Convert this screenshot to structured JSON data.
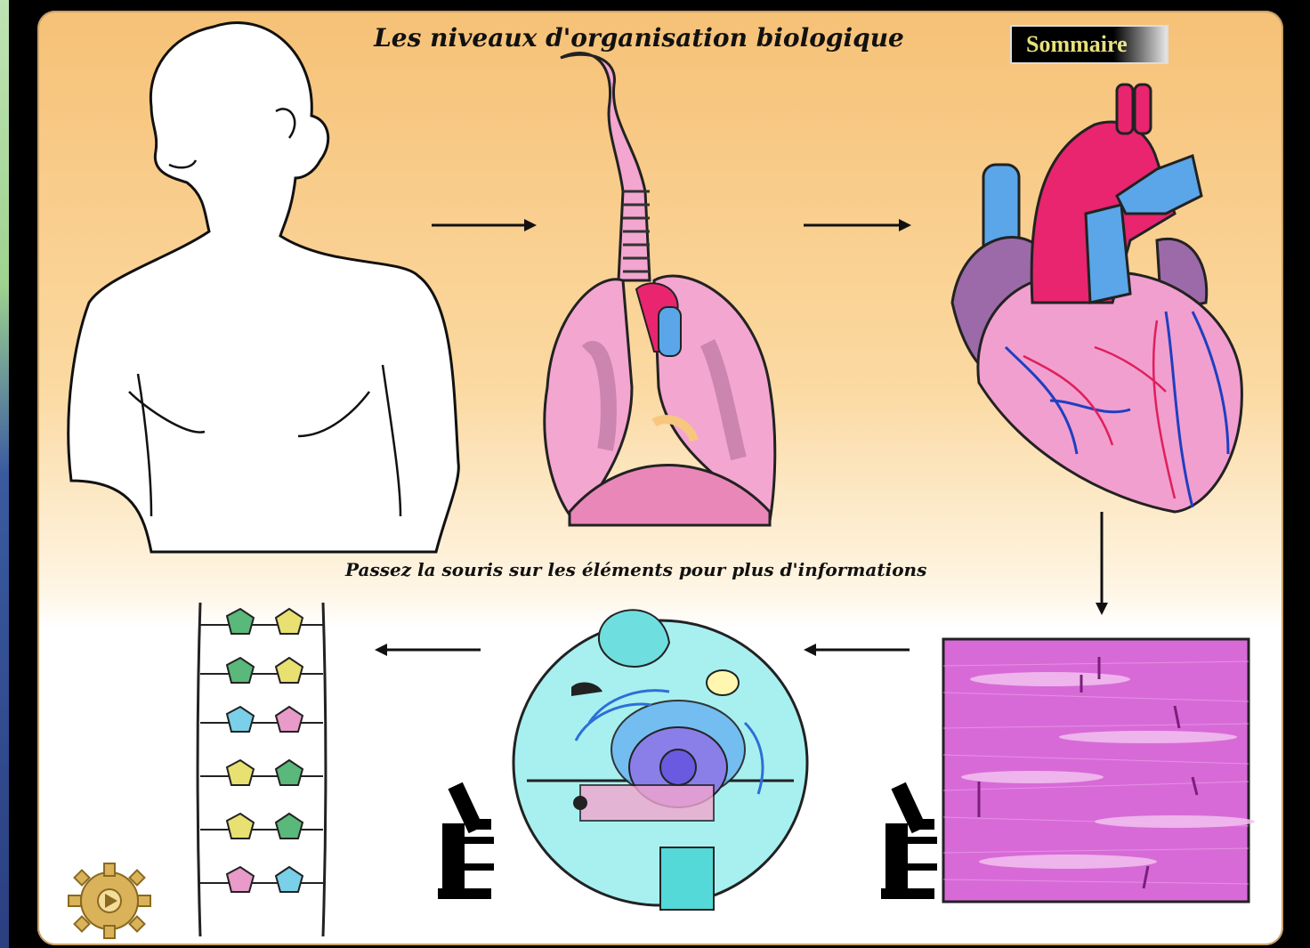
{
  "header": {
    "title": "Les niveaux d'organisation biologique",
    "summary_button": "Sommaire"
  },
  "instruction": "Passez la souris sur les éléments pour plus d'informations",
  "levels": [
    {
      "id": "organism",
      "icon": "human-body-icon"
    },
    {
      "id": "organ-system",
      "icon": "respiratory-system-icon"
    },
    {
      "id": "organ",
      "icon": "heart-icon"
    },
    {
      "id": "tissue",
      "icon": "muscle-tissue-icon"
    },
    {
      "id": "cell",
      "icon": "cell-icon"
    },
    {
      "id": "molecule",
      "icon": "dna-icon"
    }
  ],
  "colors": {
    "panel_top": "#f6c177",
    "panel_bottom": "#ffffff",
    "lung_pink": "#f3a6cf",
    "heart_red": "#e8256e",
    "vessel_blue": "#5aa6e8",
    "tissue_magenta": "#d86ad8",
    "cell_cyan": "#a8f0f0"
  }
}
